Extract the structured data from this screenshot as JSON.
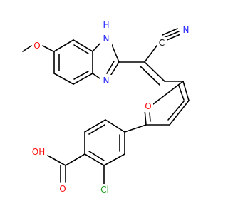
{
  "molecule": {
    "atom_labels": {
      "nh": "H",
      "n_h": "N",
      "n_ring": "N",
      "n_nitrile": "N",
      "c_nitrile": "C",
      "o_methoxy": "O",
      "o_furan": "O",
      "o_acid_oh": "OH",
      "o_acid_carbonyl": "O",
      "cl": "Cl"
    },
    "colors": {
      "bond": "#000000",
      "nitrogen": "#2020ff",
      "oxygen": "#ff0d0d",
      "chlorine": "#1f9e1f",
      "carbon": "#000000"
    }
  }
}
